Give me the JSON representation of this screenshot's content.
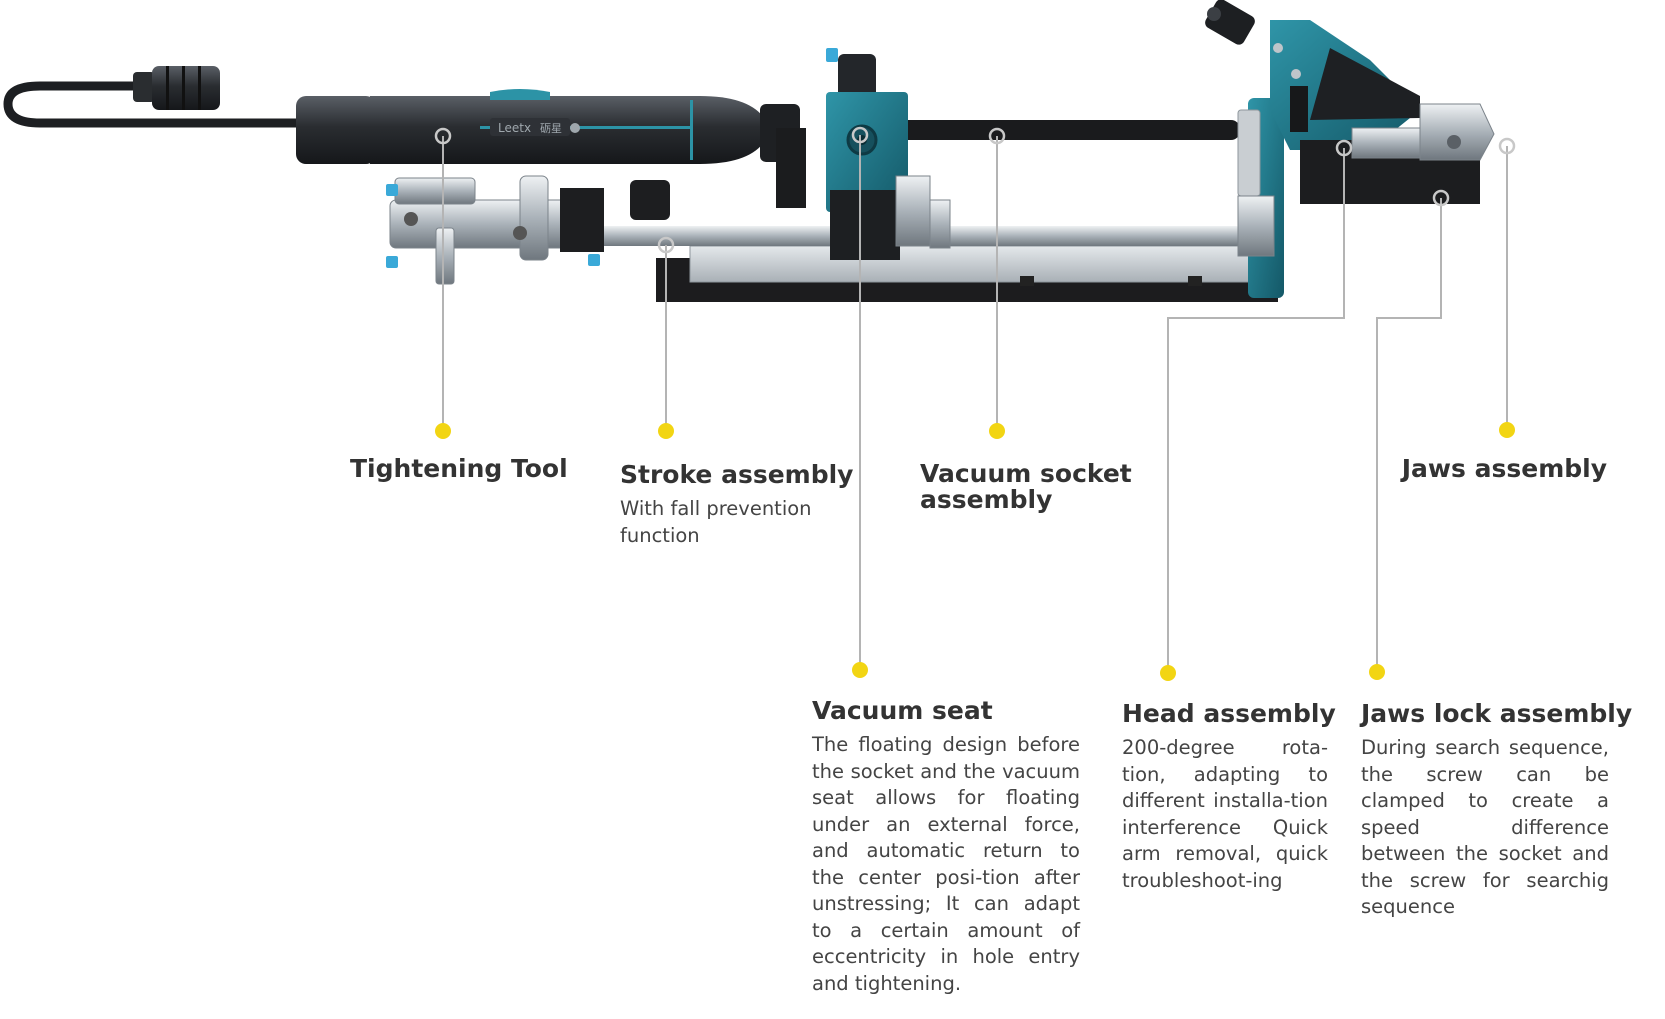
{
  "product": {
    "brand_logo_text": "Leetx",
    "brand_logo_cjk": "砺星"
  },
  "colors": {
    "teal": "#1f7a8c",
    "dark_metal": "#2b2e33",
    "steel": "#9aa3ab",
    "rail": "#c8ced3",
    "black_base": "#1c1c1e",
    "leader_line": "#b4b4b4",
    "marker_dot": "#f2d513",
    "fitting_blue": "#3aa9d8"
  },
  "callouts": [
    {
      "id": "tightening-tool",
      "title": "Tightening Tool",
      "desc": ""
    },
    {
      "id": "stroke-assembly",
      "title": "Stroke assembly",
      "desc": "With fall prevention function"
    },
    {
      "id": "vacuum-socket-assembly",
      "title": "Vacuum socket\nassembly",
      "desc": ""
    },
    {
      "id": "jaws-assembly",
      "title": "Jaws assembly",
      "desc": ""
    },
    {
      "id": "vacuum-seat",
      "title": "Vacuum seat",
      "desc": "The floating design before the socket and the vacuum seat allows for floating under an external force, and automatic return to the center posi-tion after unstressing; It can adapt to a certain amount of eccentricity in hole entry and tightening."
    },
    {
      "id": "head-assembly",
      "title": "Head assembly",
      "desc": "200-degree rota-tion, adapting to different installa-tion interference Quick arm removal, quick troubleshoot-ing"
    },
    {
      "id": "jaws-lock-assembly",
      "title": "Jaws lock assembly",
      "desc": "During search sequence, the screw can be clamped to create a speed difference between the socket and the screw for searchig sequence"
    }
  ]
}
